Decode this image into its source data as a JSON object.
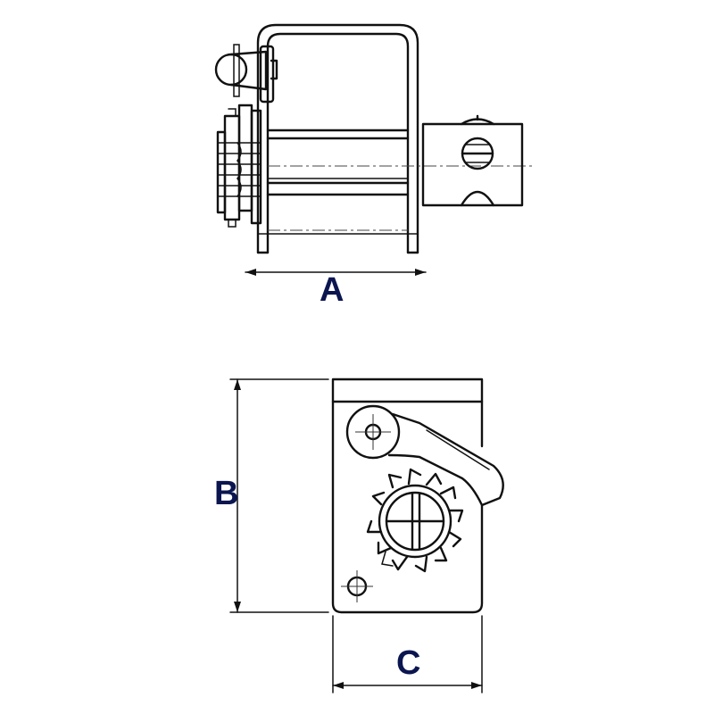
{
  "colors": {
    "line": "#111111",
    "label": "#0b1650",
    "background": "#ffffff"
  },
  "dimensions": {
    "a": "A",
    "b": "B",
    "c": "C"
  },
  "views": [
    "side-view",
    "front-view"
  ]
}
